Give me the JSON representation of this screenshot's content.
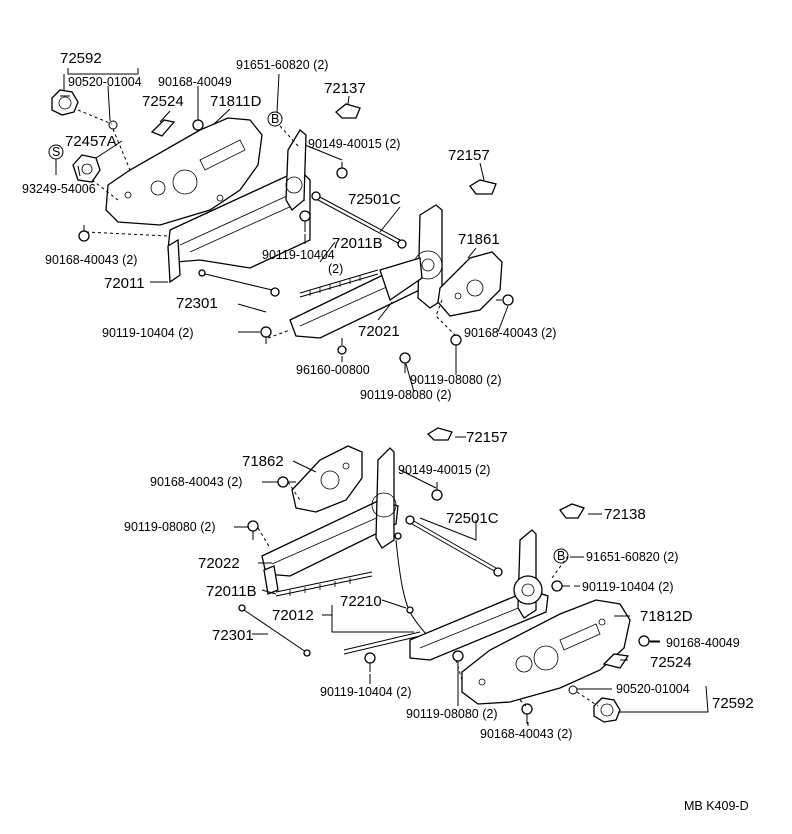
{
  "upper": {
    "c72592": "72592",
    "c90520_01004": "90520-01004",
    "c90168_40049": "90168-40049",
    "c91651_60820": "91651-60820 (2)",
    "c72524": "72524",
    "c71811D": "71811D",
    "c72137": "72137",
    "cB": "B",
    "c72457A": "72457A",
    "cS": "S",
    "c93249_54006": "93249-54006",
    "c90149_40015": "90149-40015 (2)",
    "c72157": "72157",
    "c72501C": "72501C",
    "c72011B": "72011B",
    "c90119_10404a": "90119-10404",
    "c2a": "(2)",
    "c71861": "71861",
    "c90168_40043a": "90168-40043 (2)",
    "c72011": "72011",
    "c72301": "72301",
    "c90119_10404b": "90119-10404 (2)",
    "c72021": "72021",
    "c90168_40043b": "90168-40043 (2)",
    "c96160_00800": "96160-00800",
    "c90119_08080a": "90119-08080 (2)",
    "c90119_08080b": "90119-08080 (2)"
  },
  "lower": {
    "c72157": "72157",
    "c71862": "71862",
    "c90149_40015": "90149-40015 (2)",
    "c90168_40043a": "90168-40043 (2)",
    "c90119_08080a": "90119-08080 (2)",
    "c72501C": "72501C",
    "c72138": "72138",
    "c72022": "72022",
    "cB": "B",
    "c91651_60820": "91651-60820 (2)",
    "c90119_10404a": "90119-10404 (2)",
    "c72011B": "72011B",
    "c72210": "72210",
    "c72012": "72012",
    "c71812D": "71812D",
    "c72301": "72301",
    "c90168_40049": "90168-40049",
    "c72524": "72524",
    "c90119_10404b": "90119-10404 (2)",
    "c90520_01004": "90520-01004",
    "c90119_08080b": "90119-08080 (2)",
    "c72592": "72592",
    "c90168_40043b": "90168-40043 (2)"
  },
  "footer": {
    "code": "MB  K409-D"
  }
}
